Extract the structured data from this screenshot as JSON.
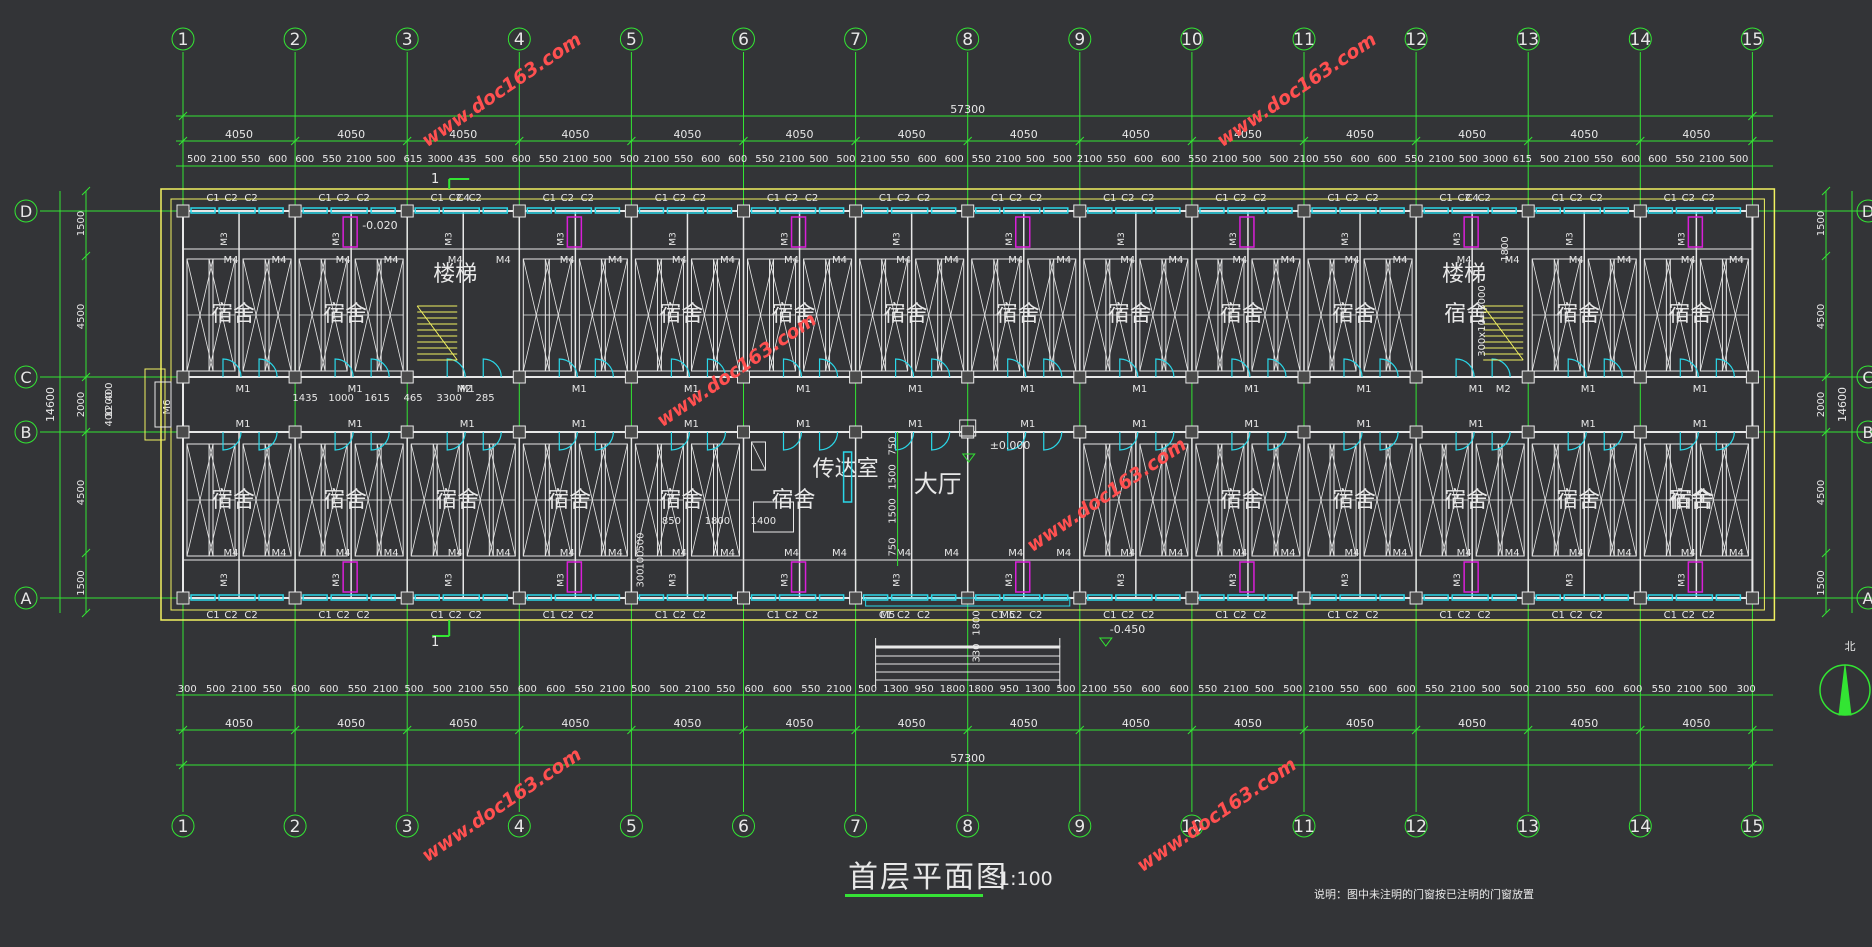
{
  "drawing": {
    "title": "首层平面图",
    "scale": "1:100",
    "note": "说明：图中未注明的门窗按已注明的门窗放置",
    "total_length": "57300",
    "total_width": "14600",
    "axes_numbers": [
      "1",
      "2",
      "3",
      "4",
      "5",
      "6",
      "7",
      "8",
      "9",
      "10",
      "11",
      "12",
      "13",
      "14",
      "15"
    ],
    "axes_letters": [
      "D",
      "C",
      "B",
      "A"
    ],
    "bay_dims": [
      "4050",
      "4050",
      "4050",
      "4050",
      "4050",
      "4050",
      "4050",
      "4050",
      "4050",
      "4050",
      "4050",
      "4050",
      "4050",
      "4050"
    ],
    "top_detail_dims": [
      "500",
      "2100",
      "550",
      "600",
      "600",
      "550",
      "2100",
      "500",
      "615",
      "3000",
      "435",
      "500",
      "600",
      "550",
      "2100",
      "500",
      "500",
      "2100",
      "550",
      "600",
      "600",
      "550",
      "2100",
      "500",
      "500",
      "2100",
      "550",
      "600",
      "600",
      "550",
      "2100",
      "500",
      "500",
      "2100",
      "550",
      "600",
      "600",
      "550",
      "2100",
      "500",
      "500",
      "2100",
      "550",
      "600",
      "600",
      "550",
      "2100",
      "500",
      "3000",
      "615",
      "500",
      "2100",
      "550",
      "600",
      "600",
      "550",
      "2100",
      "500"
    ],
    "bottom_detail_dims": [
      "300",
      "500",
      "2100",
      "550",
      "600",
      "600",
      "550",
      "2100",
      "500",
      "500",
      "2100",
      "550",
      "600",
      "600",
      "550",
      "2100",
      "500",
      "500",
      "2100",
      "550",
      "600",
      "600",
      "550",
      "2100",
      "500",
      "1300",
      "950",
      "1800",
      "1800",
      "950",
      "1300",
      "500",
      "2100",
      "550",
      "600",
      "600",
      "550",
      "2100",
      "500",
      "500",
      "2100",
      "550",
      "600",
      "600",
      "550",
      "2100",
      "500",
      "500",
      "2100",
      "550",
      "600",
      "600",
      "550",
      "2100",
      "500",
      "300"
    ],
    "vertical_dims_left": [
      "1500",
      "4500",
      "2000",
      "4500",
      "1500"
    ],
    "corridor_dims": [
      "400",
      "1200",
      "400"
    ],
    "vertical_dims_right": [
      "1500",
      "4500",
      "2000",
      "4500",
      "1500"
    ],
    "room_dorm": "宿舍",
    "room_stair": "楼梯",
    "room_guard": "传达室",
    "room_hall": "大厅",
    "door_labels": [
      "M1",
      "M2",
      "M3",
      "M4",
      "M5",
      "M6"
    ],
    "window_labels": [
      "C1",
      "C2",
      "C4"
    ],
    "levels": [
      "±0.000",
      "-0.020",
      "-0.450"
    ],
    "section_mark": "1",
    "stair_note": "300x10=3000",
    "stair_dim": "1800",
    "hall_dims": [
      "750",
      "1500",
      "1500",
      "750"
    ],
    "guard_dims": [
      "850",
      "1800",
      "1400"
    ],
    "corridor_sub_dims": [
      "1435",
      "1000",
      "1615",
      "465",
      "3300",
      "285"
    ],
    "entry_dims": [
      "1800",
      "330"
    ],
    "guard_left_dims": [
      "300",
      "100",
      "500"
    ],
    "north_label": "北",
    "watermark": "www.doc163.com",
    "colors": {
      "background": "#333437",
      "wall": "#e8e8e8",
      "axis": "#33e533",
      "dim": "#33e533",
      "outline": "#f2f260",
      "window": "#2ad7e8",
      "column": "#d91fd9",
      "text": "#e8e8e8"
    }
  }
}
